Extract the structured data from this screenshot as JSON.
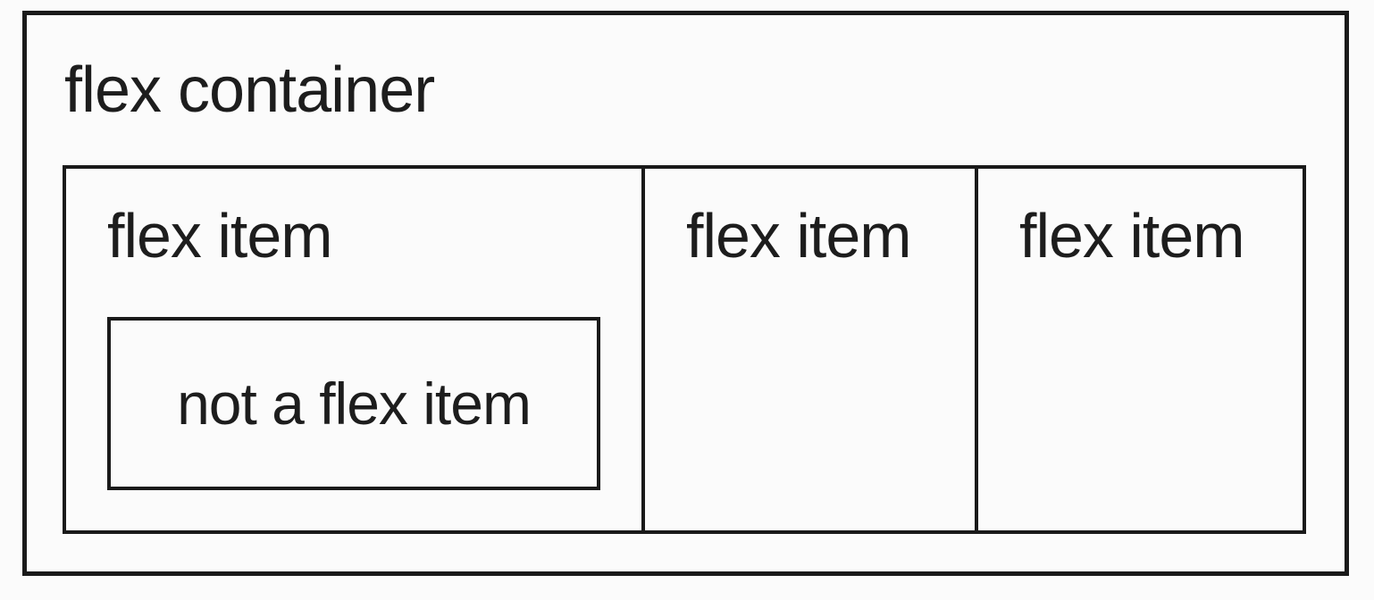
{
  "diagram": {
    "container_label": "flex container",
    "items": [
      {
        "label": "flex item",
        "nested_label": "not a flex item"
      },
      {
        "label": "flex item"
      },
      {
        "label": "flex item"
      }
    ]
  },
  "colors": {
    "border": "#1a1a1a",
    "text": "#1d1d1d",
    "background": "#fbfbfb"
  }
}
